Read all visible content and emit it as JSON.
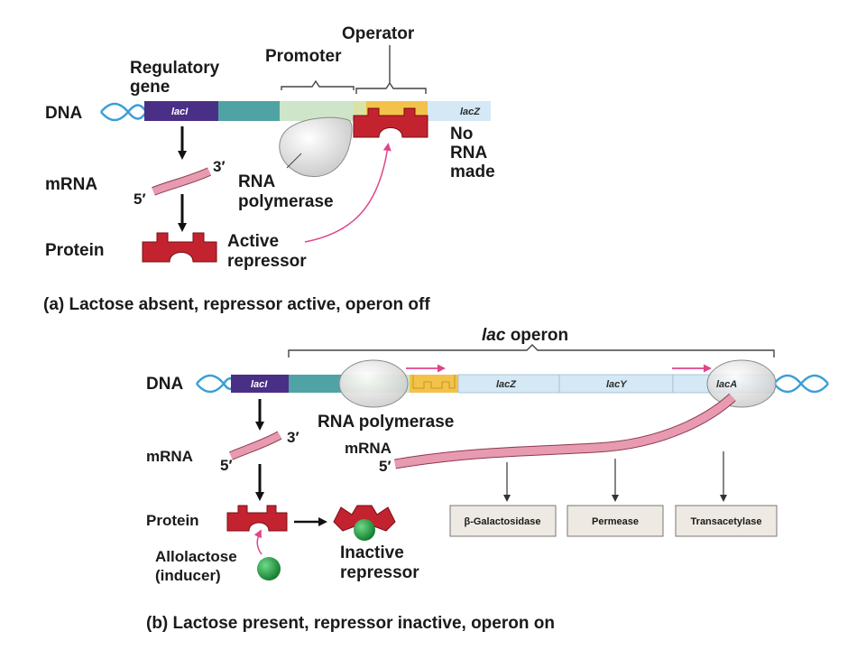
{
  "panel_a": {
    "caption": "(a) Lactose absent, repressor active, operon off",
    "dna_label": "DNA",
    "mrna_label": "mRNA",
    "protein_label": "Protein",
    "regulatory_gene_line1": "Regulatory",
    "regulatory_gene_line2": "gene",
    "promoter_label": "Promoter",
    "operator_label": "Operator",
    "laci_label": "lacI",
    "lacz_label": "lacZ",
    "no_rna_line1": "No",
    "no_rna_line2": "RNA",
    "no_rna_line3": "made",
    "rna_pol_line1": "RNA",
    "rna_pol_line2": "polymerase",
    "active_rep_line1": "Active",
    "active_rep_line2": "repressor",
    "three_prime": "3′",
    "five_prime": "5′"
  },
  "panel_b": {
    "caption": "(b) Lactose present, repressor inactive, operon on",
    "dna_label": "DNA",
    "mrna_label": "mRNA",
    "mrna_label_2": "mRNA",
    "protein_label": "Protein",
    "lac_operon_italic": "lac",
    "lac_operon_rest": " operon",
    "laci_label": "lacI",
    "lacz_label": "lacZ",
    "lacy_label": "lacY",
    "laca_label": "lacA",
    "rna_pol_label": "RNA polymerase",
    "allolactose_line1": "Allolactose",
    "allolactose_line2": "(inducer)",
    "inactive_line1": "Inactive",
    "inactive_line2": "repressor",
    "three_prime": "3′",
    "five_prime": "5′",
    "five_prime_2": "5′",
    "products": [
      "β-Galactosidase",
      "Permease",
      "Transacetylase"
    ]
  },
  "colors": {
    "laci": "#4a2f86",
    "teal": "#4fa3a5",
    "promoter": "#cfe5c9",
    "operator": "#f2c24a",
    "gene_blue": "#d4e8f5",
    "repressor": "#c3232f",
    "mrna": "#e79ab0",
    "inducer": "#1f9a3c",
    "arrow_pink": "#e0458b"
  }
}
